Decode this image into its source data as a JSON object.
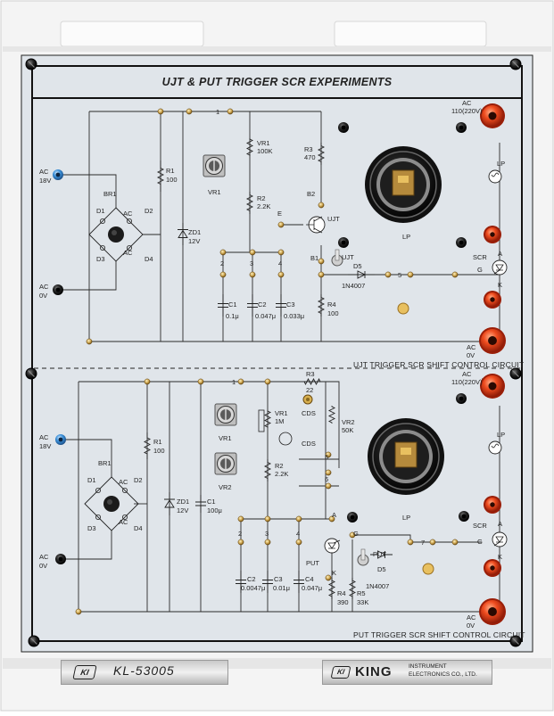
{
  "title": "UJT & PUT TRIGGER SCR EXPERIMENTS",
  "upper": {
    "caption": "UJT TRIGGER SCR SHIFT CONTROL CIRCUIT",
    "ac_in": [
      "AC",
      "18V"
    ],
    "ac_0v": [
      "AC",
      "0V"
    ],
    "ac_out": [
      "AC",
      "110(220V)"
    ],
    "ac_out_0v": [
      "AC",
      "0V"
    ],
    "bridge": "BR1",
    "diodes": [
      "D1",
      "D2",
      "D3",
      "D4"
    ],
    "ac_marks": [
      "AC",
      "AC"
    ],
    "r1": [
      "R1",
      "100"
    ],
    "zd1": [
      "ZD1",
      "12V"
    ],
    "vr1_knob": "VR1",
    "vr1": [
      "VR1",
      "100K"
    ],
    "r2": [
      "R2",
      "2.2K"
    ],
    "r3": [
      "R3",
      "470"
    ],
    "r4": [
      "R4",
      "100"
    ],
    "b2": "B2",
    "b1": "B1",
    "e": "E",
    "ujt": "UJT",
    "ujt_switch": "UJT",
    "d5": [
      "D5",
      "1N4007"
    ],
    "lamp": "LP",
    "lamp_icon": "LP",
    "scr": "SCR",
    "scr_pins": [
      "A",
      "G",
      "K"
    ],
    "c1": [
      "C1",
      "0.1μ"
    ],
    "c2": [
      "C2",
      "0.047μ"
    ],
    "c3": [
      "C3",
      "0.033μ"
    ],
    "nodes": [
      "1",
      "2",
      "3",
      "4",
      "5"
    ]
  },
  "lower": {
    "caption": "PUT TRIGGER SCR SHIFT CONTROL CIRCUIT",
    "ac_in": [
      "AC",
      "18V"
    ],
    "ac_0v": [
      "AC",
      "0V"
    ],
    "ac_out": [
      "AC",
      "110(220V)"
    ],
    "ac_out_0v": [
      "AC",
      "0V"
    ],
    "bridge": "BR1",
    "diodes": [
      "D1",
      "D2",
      "D3",
      "D4"
    ],
    "ac_marks": [
      "AC",
      "AC"
    ],
    "r1": [
      "R1",
      "100"
    ],
    "zd1": [
      "ZD1",
      "12V"
    ],
    "c1": [
      "C1",
      "100μ"
    ],
    "vr1_knob": "VR1",
    "vr2_knob": "VR2",
    "vr1": [
      "VR1",
      "1M"
    ],
    "r2": [
      "R2",
      "2.2K"
    ],
    "r3": [
      "R3",
      "22"
    ],
    "cds": "CDS",
    "cds2": "CDS",
    "vr2": [
      "VR2",
      "50K"
    ],
    "put": "PUT",
    "put_switch": "PUT",
    "put_pins": [
      "A",
      "G",
      "K"
    ],
    "d5": [
      "D5",
      "1N4007"
    ],
    "r4": [
      "R4",
      "390"
    ],
    "r5": [
      "R5",
      "33K"
    ],
    "lamp": "LP",
    "lamp_icon": "LP",
    "scr": "SCR",
    "scr_pins": [
      "A",
      "G",
      "K"
    ],
    "c2": [
      "C2",
      "0.0047μ"
    ],
    "c3": [
      "C3",
      "0.01μ"
    ],
    "c4": [
      "C4",
      "0.047μ"
    ],
    "nodes": [
      "1",
      "2",
      "3",
      "4",
      "5",
      "6",
      "7"
    ]
  },
  "footer": {
    "model": "KL-53005",
    "brand": "KING",
    "company": [
      "INSTRUMENT",
      "ELECTRONICS CO., LTD."
    ],
    "logo": "KI"
  },
  "colors": {
    "panel": "#dfe4ea",
    "frame": "#f2f2f2",
    "jack_red": "#e03a18",
    "jack_blue": "#3a8fd8",
    "jack_black": "#1a1a1a",
    "wire": "#2a2a2a",
    "pin": "#c9a04a"
  },
  "icons": [
    "banana-jack-icon",
    "potentiometer-knob-icon",
    "lamp-socket-icon",
    "resistor-icon",
    "capacitor-icon",
    "diode-icon",
    "transistor-icon",
    "screw-icon"
  ]
}
